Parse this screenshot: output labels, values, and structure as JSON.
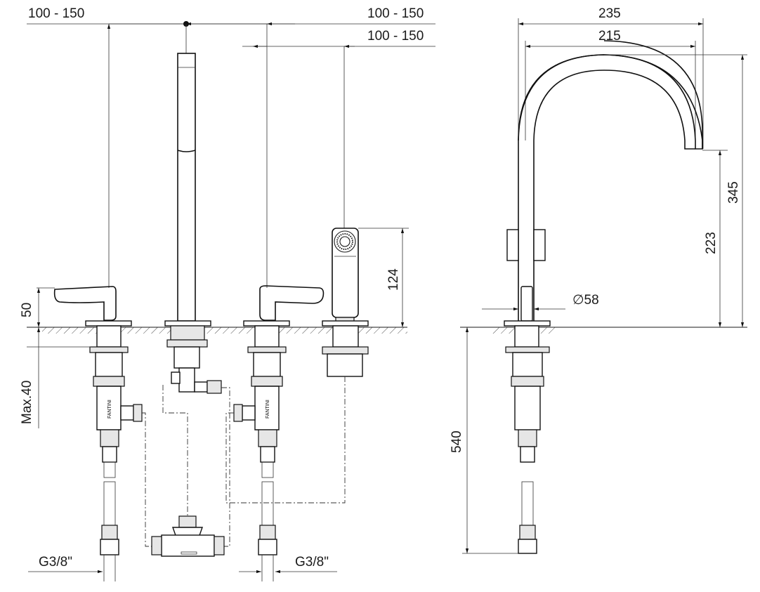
{
  "dimensions": {
    "top_left_spacing": "100 - 150",
    "top_right_spacing": "100 - 150",
    "top_right_spacing_lower": "100 - 150",
    "width_outer": "235",
    "width_inner": "215",
    "height_total": "345",
    "height_spout": "223",
    "height_handshower": "124",
    "height_lever": "50",
    "max_deck": "Max.40",
    "diameter_base": "∅58",
    "hose_length": "540",
    "thread_left": "G3/8\"",
    "thread_right": "G3/8\""
  },
  "branding": {
    "valve_mark": "FANTINI"
  }
}
